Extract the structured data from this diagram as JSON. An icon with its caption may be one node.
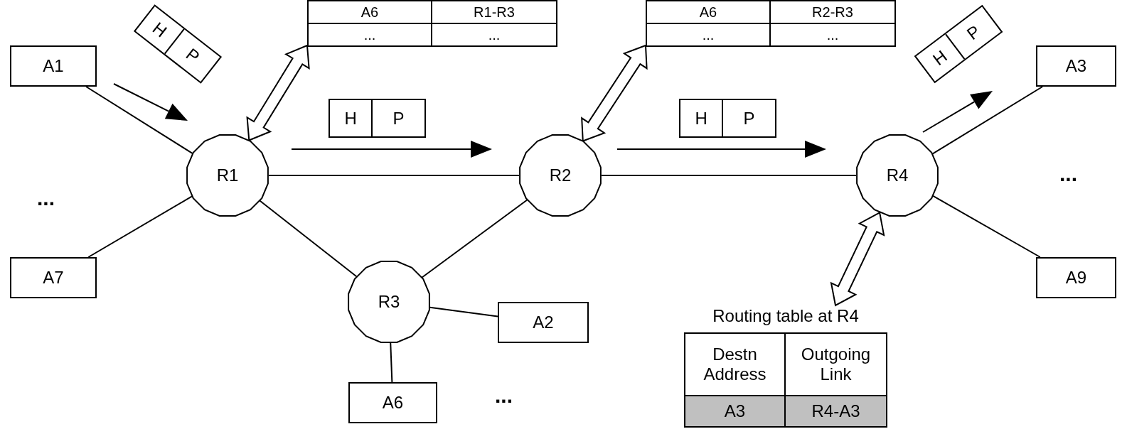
{
  "diagram": {
    "nodes": [
      {
        "text": [
          "A6",
          "R1-R3",
          "...",
          "..."
        ]
      },
      {
        "text": [
          "A6",
          "R2-R3",
          "...",
          "..."
        ]
      },
      {
        "text": [
          "A1"
        ]
      },
      {
        "text": [
          "R1"
        ]
      },
      {
        "text": [
          "R2"
        ]
      },
      {
        "text": [
          "R4"
        ]
      },
      {
        "text": [
          "A3"
        ]
      },
      {
        "text": [
          "H",
          "P"
        ]
      },
      {
        "text": [
          "H",
          "P"
        ]
      },
      {
        "text": [
          "H",
          "P"
        ]
      },
      {
        "text": [
          "H",
          "P"
        ]
      },
      {
        "text": [
          "A7"
        ]
      },
      {
        "text": [
          "R3"
        ]
      },
      {
        "text": [
          "A9"
        ]
      },
      {
        "text": [
          "A2"
        ]
      },
      {
        "text": [
          "Routing table at R4",
          "Destn Address",
          "Outgoing Link",
          "A3",
          "R4-A3"
        ]
      },
      {
        "text": [
          "A6"
        ]
      }
    ],
    "edges": [
      {
        "from": 3,
        "to": 0,
        "arrow": "both",
        "style": "thick"
      },
      {
        "from": 4,
        "to": 1,
        "arrow": "both",
        "style": "thick"
      },
      {
        "from": 2,
        "to": 3,
        "arrow": "none"
      },
      {
        "from": 3,
        "to": 4,
        "arrow": "none"
      },
      {
        "from": 4,
        "to": 5,
        "arrow": "none"
      },
      {
        "from": 5,
        "to": 6,
        "arrow": "none"
      },
      {
        "from": 11,
        "to": 3,
        "arrow": "none"
      },
      {
        "from": 3,
        "to": 12,
        "arrow": "none"
      },
      {
        "from": 4,
        "to": 12,
        "arrow": "none"
      },
      {
        "from": 5,
        "to": 13,
        "arrow": "none"
      },
      {
        "from": 5,
        "to": 15,
        "arrow": "both",
        "style": "thick"
      },
      {
        "from": 12,
        "to": 14,
        "arrow": "none"
      },
      {
        "from": 12,
        "to": 16,
        "arrow": "none"
      }
    ],
    "labels": [
      "...",
      "...",
      "..."
    ]
  }
}
